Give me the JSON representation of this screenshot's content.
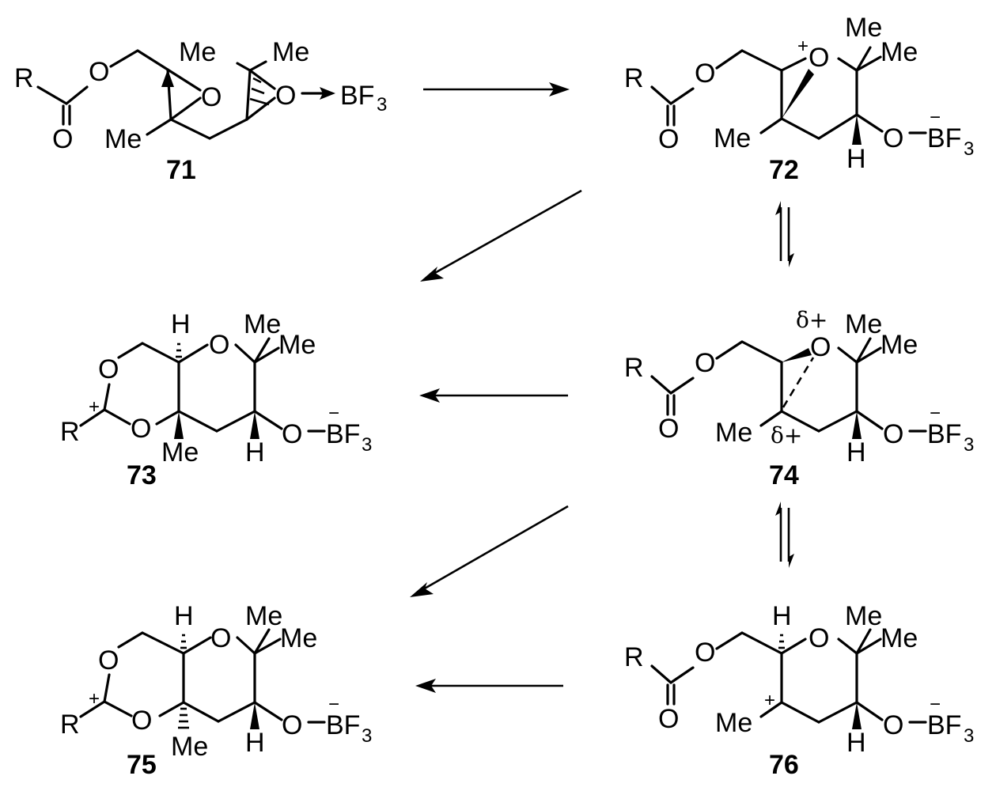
{
  "labels": {
    "R": "R",
    "O": "O",
    "Me": "Me",
    "H": "H",
    "BF": "BF",
    "sub3": "3",
    "plus": "+",
    "minus": "−",
    "delta_plus": "δ+",
    "bf3_bond": "O–"
  },
  "compounds": {
    "c71": "71",
    "c72": "72",
    "c73": "73",
    "c74": "74",
    "c75": "75",
    "c76": "76"
  },
  "arrows": [
    {
      "from": "71",
      "to": "72",
      "type": "forward"
    },
    {
      "from": "72",
      "to": "74",
      "type": "equilibrium"
    },
    {
      "from": "72",
      "to": "73",
      "type": "forward"
    },
    {
      "from": "74",
      "to": "73",
      "type": "forward"
    },
    {
      "from": "74",
      "to": "76",
      "type": "equilibrium"
    },
    {
      "from": "74",
      "to": "75",
      "type": "forward"
    },
    {
      "from": "76",
      "to": "75",
      "type": "forward"
    }
  ]
}
